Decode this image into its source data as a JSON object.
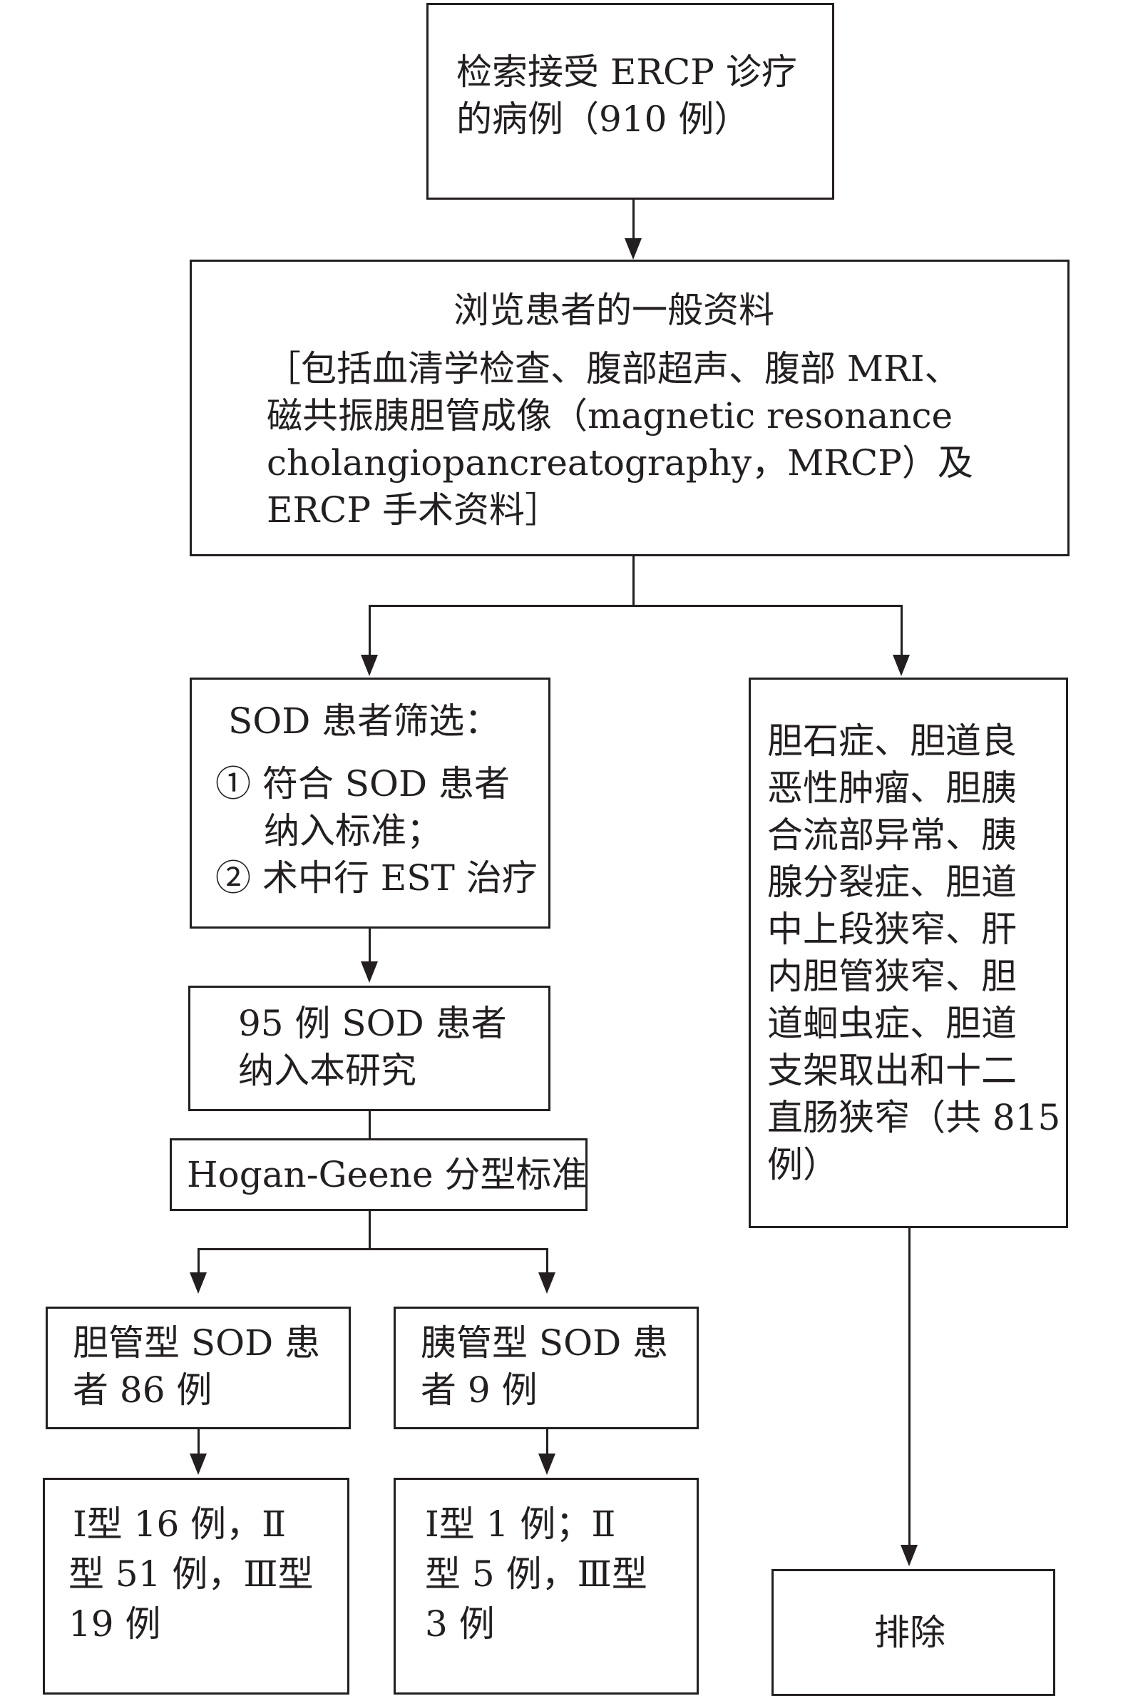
{
  "boxes": {
    "search": [
      "检索接受 ERCP 诊疗",
      "的病例（910 例）"
    ],
    "review": {
      "title": "浏览患者的一般资料",
      "lines": [
        "［包括血清学检查、腹部超声、腹部 MRI、",
        "磁共振胰胆管成像（magnetic resonance",
        "cholangiopancreatography，MRCP）及",
        "ERCP 手术资料］"
      ]
    },
    "screening": {
      "title": "SOD 患者筛选：",
      "item1": [
        "① 符合 SOD 患者",
        "纳入标准；"
      ],
      "item2": "② 术中行 EST 治疗"
    },
    "included": [
      "95 例 SOD 患者",
      "纳入本研究"
    ],
    "classification": "Hogan-Geene 分型标准",
    "biliary": [
      "胆管型 SOD 患",
      "者 86 例"
    ],
    "pancreatic": [
      "胰管型 SOD 患",
      "者 9 例"
    ],
    "biliary_types": [
      "Ⅰ型 16 例，Ⅱ",
      "型 51 例，Ⅲ型",
      "19 例"
    ],
    "pancreatic_types": [
      "Ⅰ型 1 例；Ⅱ",
      "型 5 例，Ⅲ型",
      "3 例"
    ],
    "excluded_conditions": [
      "胆石症、胆道良",
      "恶性肿瘤、胆胰",
      "合流部异常、胰",
      "腺分裂症、胆道",
      "中上段狭窄、肝",
      "内胆管狭窄、胆",
      "道蛔虫症、胆道",
      "支架取出和十二",
      "直肠狭窄（共 815",
      "例）"
    ],
    "exclude": "排除"
  }
}
